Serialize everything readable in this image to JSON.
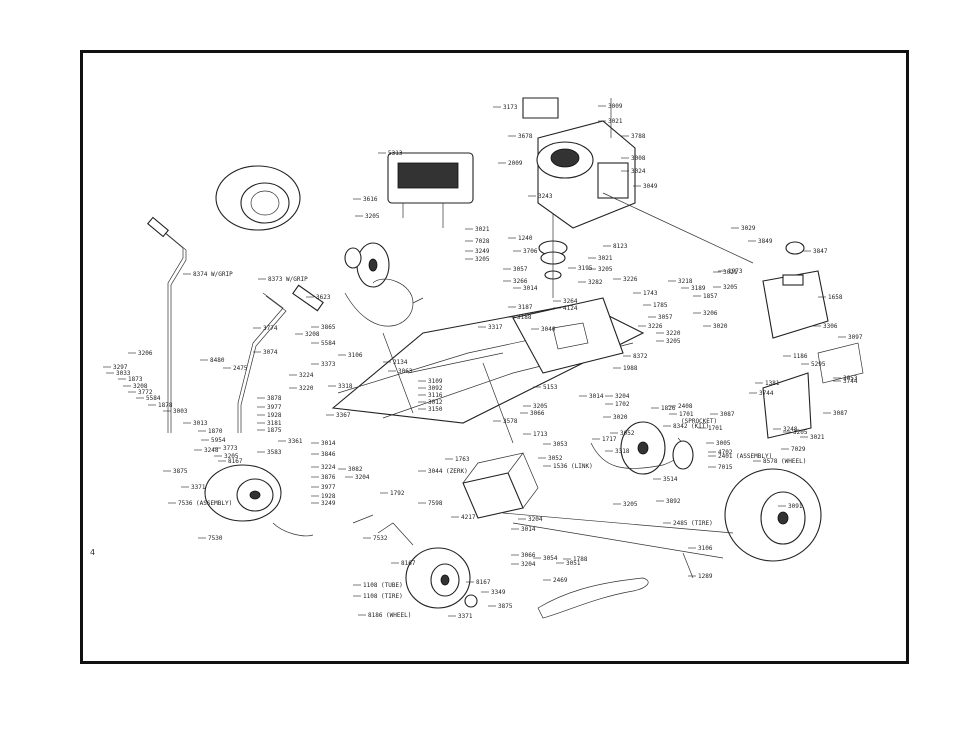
{
  "labels": {
    "top": [
      "3173",
      "3678",
      "3009",
      "3021",
      "3788",
      "3008",
      "3024",
      "3049"
    ],
    "engine": [
      "5313",
      "2009",
      "3243",
      "3616",
      "3205",
      "3021",
      "7028",
      "3249",
      "3205",
      "1240",
      "3706",
      "3021",
      "3205",
      "8123"
    ],
    "pulley": [
      "3057",
      "3266",
      "3014",
      "3195",
      "3282",
      "3187",
      "3188",
      "3264",
      "4124",
      "3029",
      "3849",
      "3847"
    ],
    "frame": [
      "3317",
      "3040",
      "3226",
      "3218",
      "1743",
      "3189",
      "1785",
      "1857",
      "1973",
      "3057",
      "3226",
      "3220",
      "3205",
      "3021",
      "3205",
      "3020",
      "3206",
      "1658",
      "8372",
      "1988"
    ],
    "handles": [
      "8374 W/GRIP",
      "8373 W/GRIP",
      "3623",
      "3774",
      "3208",
      "3865",
      "5584",
      "3074",
      "3106",
      "2134",
      "3063",
      "3373",
      "3318",
      "3367",
      "2475",
      "3224",
      "3220",
      "3878",
      "3977",
      "1928",
      "3181",
      "1875",
      "3583",
      "3361",
      "3014",
      "3846"
    ],
    "left": [
      "3206",
      "8480",
      "3297",
      "3033",
      "1873",
      "3208",
      "3772",
      "5584",
      "1878",
      "3003",
      "3013",
      "1870",
      "5954",
      "3773",
      "3205",
      "3248",
      "8167",
      "3875",
      "3371",
      "7536 (ASSEMBLY)",
      "7530"
    ],
    "center": [
      "3224",
      "3082",
      "3204",
      "3876",
      "3977",
      "1928",
      "3249",
      "1792",
      "7598",
      "3044 (ZERK)",
      "1763",
      "3109",
      "3092",
      "3116",
      "3012",
      "3150",
      "3578",
      "3205",
      "3066",
      "5153",
      "3014",
      "3204",
      "1702",
      "1826",
      "2408",
      "1701",
      "8342 (KIT)",
      "1701",
      "4702",
      "7015",
      "3020",
      "3052",
      "1717",
      "1713",
      "3053",
      "3052",
      "1536 (LINK)",
      "3318",
      "3514",
      "3892",
      "3205",
      "4217",
      "3204",
      "3014",
      "3066",
      "3204",
      "7532",
      "8167",
      "1788",
      "3054",
      "3051",
      "2485 (TIRE)",
      "3106",
      "1289",
      "2469"
    ],
    "right": [
      "3306",
      "3097",
      "1186",
      "5295",
      "3744",
      "1381",
      "3744",
      "3053",
      "3087",
      "3087",
      "3005",
      "3248",
      "7029",
      "3205",
      "3021",
      "2401 (ASSEMBLY)",
      "8578 (WHEEL)",
      "3091"
    ],
    "bottom": [
      "1108 (TUBE)",
      "1108 (TIRE)",
      "8186 (WHEEL)",
      "8167",
      "3349",
      "3875",
      "3371"
    ],
    "sprocket": "(SPROCKET)"
  },
  "corner_mark": "4"
}
